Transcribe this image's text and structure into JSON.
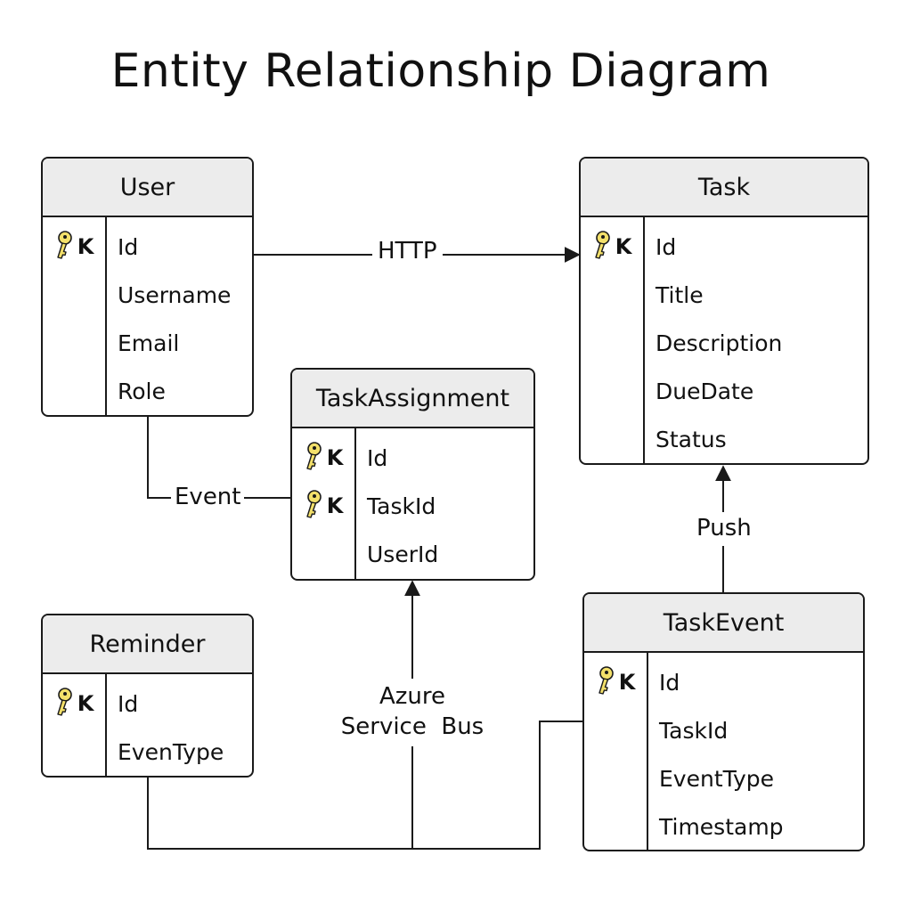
{
  "title": "Entity Relationship Diagram",
  "pk_letter": "K",
  "icons": {
    "primary_key": "key-icon"
  },
  "colors": {
    "header_bg": "#ececec",
    "key_fill": "#f3e06a",
    "stroke": "#1a1a1a"
  },
  "entities": {
    "user": {
      "name": "User",
      "fields": [
        "Id",
        "Username",
        "Email",
        "Role"
      ],
      "primary_keys": [
        "Id"
      ]
    },
    "task": {
      "name": "Task",
      "fields": [
        "Id",
        "Title",
        "Description",
        "DueDate",
        "Status"
      ],
      "primary_keys": [
        "Id"
      ]
    },
    "task_assignment": {
      "name": "TaskAssignment",
      "fields": [
        "Id",
        "TaskId",
        "UserId"
      ],
      "primary_keys": [
        "Id",
        "TaskId"
      ]
    },
    "reminder": {
      "name": "Reminder",
      "fields": [
        "Id",
        "EvenType"
      ],
      "primary_keys": [
        "Id"
      ]
    },
    "task_event": {
      "name": "TaskEvent",
      "fields": [
        "Id",
        "TaskId",
        "EventType",
        "Timestamp"
      ],
      "primary_keys": [
        "Id"
      ]
    }
  },
  "relationships": {
    "http": {
      "label": "HTTP",
      "from": "User",
      "to": "Task"
    },
    "event": {
      "label": "Event",
      "from": "User",
      "to": "TaskAssignment"
    },
    "push": {
      "label": "Push",
      "from": "TaskEvent",
      "to": "Task"
    },
    "azure": {
      "label_line1": "Azure",
      "label_line2": "Service  Bus",
      "from": [
        "Reminder",
        "TaskEvent"
      ],
      "to": "TaskAssignment"
    }
  }
}
